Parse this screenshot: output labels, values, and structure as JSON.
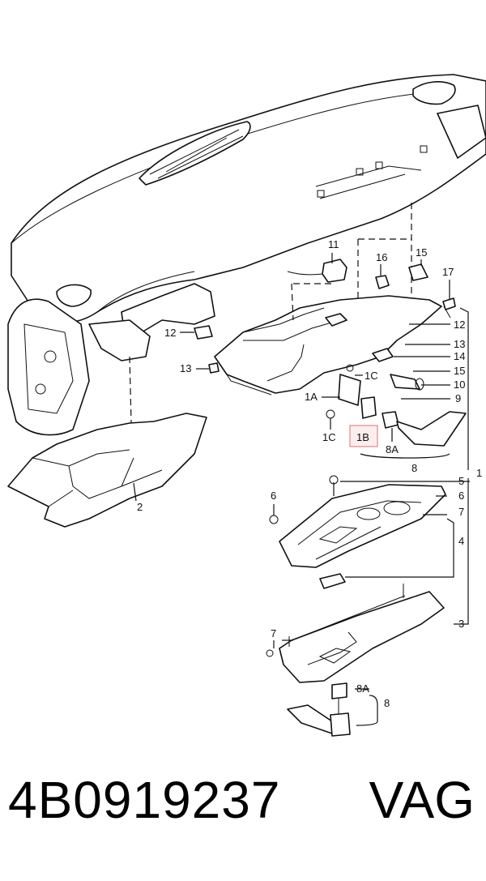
{
  "diagram": {
    "labels": {
      "l1": "1",
      "l2": "2",
      "l3": "3",
      "l4": "4",
      "l5": "5",
      "l6a": "6",
      "l6b": "6",
      "l7a": "7",
      "l7b": "7",
      "l8a": "8",
      "l8b": "8",
      "l8A1": "8A",
      "l8A2": "8A",
      "l9": "9",
      "l10": "10",
      "l11": "11",
      "l12a": "12",
      "l12b": "12",
      "l13a": "13",
      "l13b": "13",
      "l14": "14",
      "l15a": "15",
      "l15b": "15",
      "l16": "16",
      "l17": "17",
      "l1A": "1A",
      "l1B": "1B",
      "l1C1": "1C",
      "l1C2": "1C"
    }
  },
  "footer": {
    "part_number": "4B0919237",
    "brand": "VAG"
  }
}
